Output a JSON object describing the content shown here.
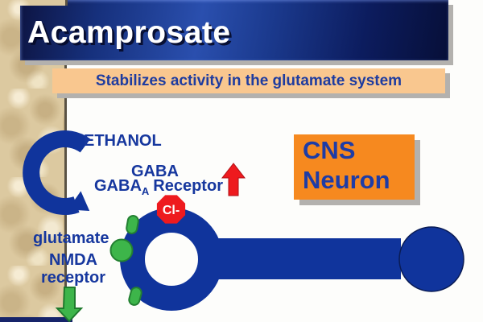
{
  "slide": {
    "title": "Acamprosate",
    "subtitle": "Stabilizes activity in the glutamate system"
  },
  "cns_box": {
    "line1": "CNS",
    "line2": "Neuron"
  },
  "diagram": {
    "labels": {
      "ethanol": "ETHANOL",
      "gaba": "GABA",
      "gabaa_prefix": "GABA",
      "gabaa_sub": "A",
      "gabaa_suffix": "Receptor",
      "chloride": "Cl-",
      "glutamate": "glutamate",
      "nmda_line1": "NMDA",
      "nmda_line2": "receptor"
    },
    "icons": [
      "ethanol-curved-arrow",
      "gaba-increase-arrow",
      "nmda-decrease-arrow",
      "chloride-stop-octagon"
    ],
    "colors": {
      "neuron_blue": "#10349c",
      "label_blue": "#16379e",
      "red": "#ee1a1e",
      "red_dark": "#b01015",
      "green": "#3db54a",
      "green_dark": "#1f7a2d",
      "orange": "#f6891f",
      "peach": "#f9c78f",
      "title_bar_blue": "#1b3a8e",
      "parchment": "#dcc9a0",
      "chloride_text": "#ffffff"
    }
  }
}
